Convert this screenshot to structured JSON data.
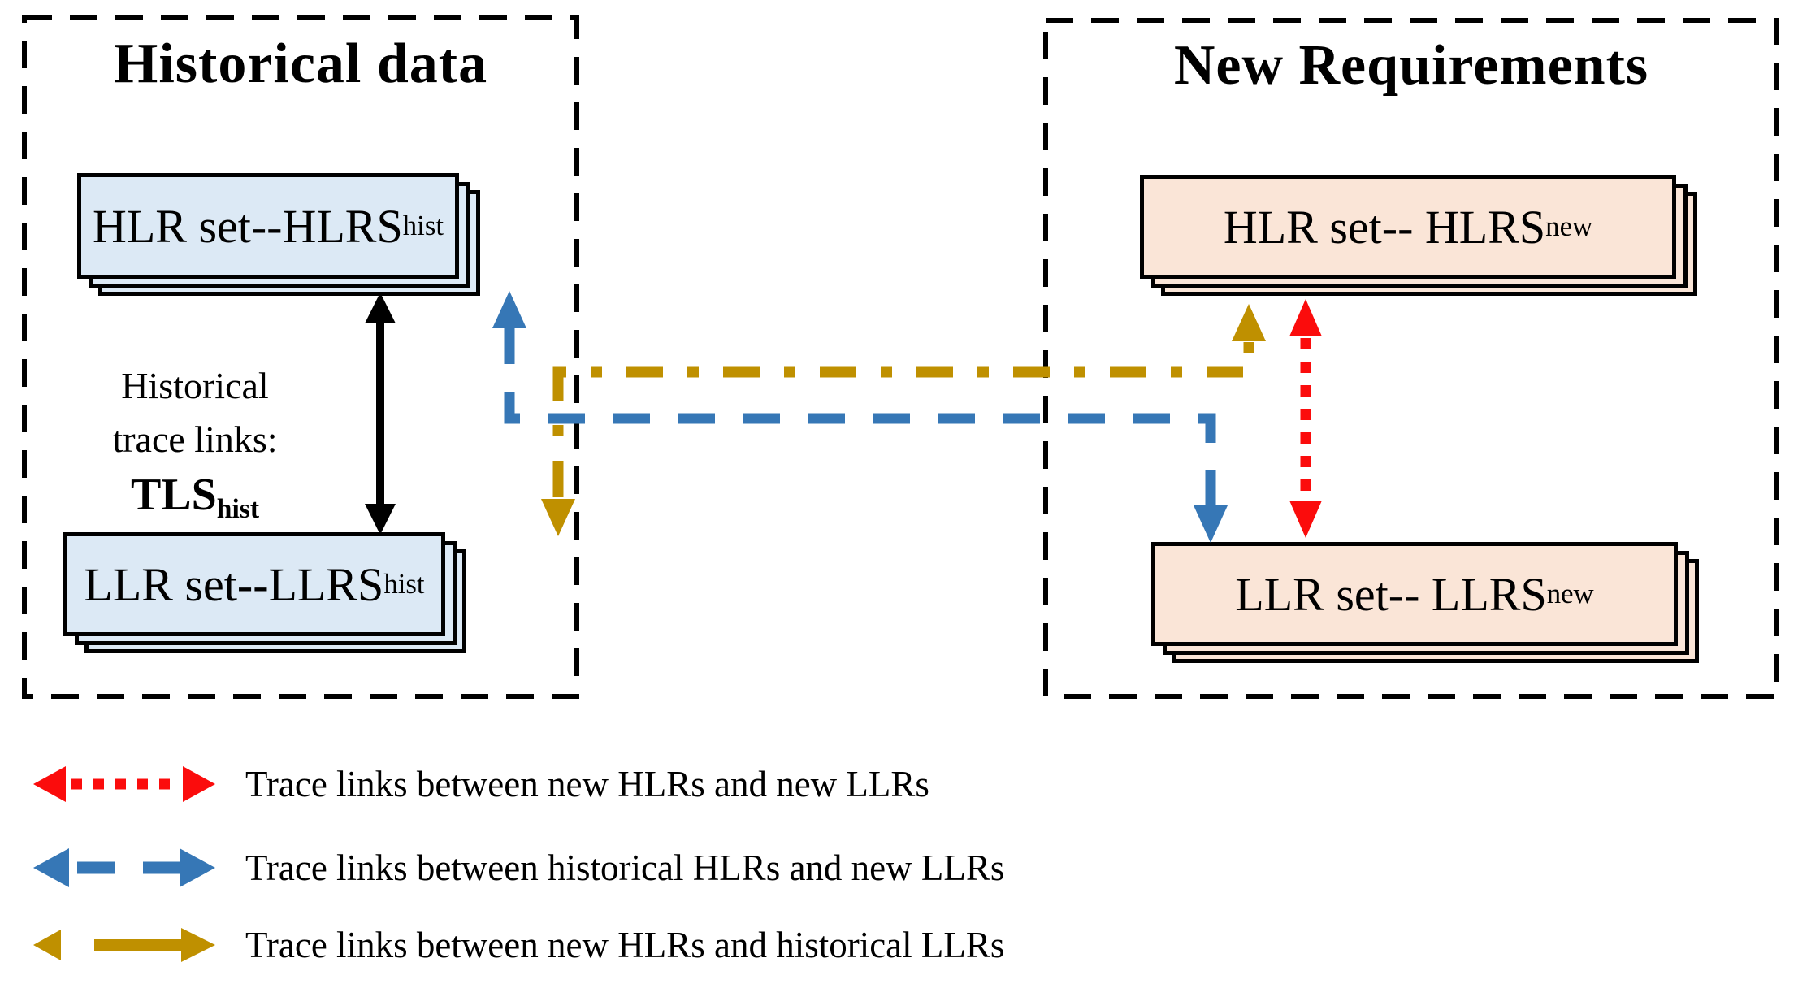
{
  "colors": {
    "outline": "#000000",
    "historical_box_fill": "#DCE9F5",
    "new_box_fill": "#FAE5D7",
    "trace_new_new": "#FB0C0C",
    "trace_hist_new": "#3677B6",
    "trace_new_hist": "#BF9000"
  },
  "groups": {
    "historical": {
      "title": "Historical data"
    },
    "new_requirements": {
      "title": "New Requirements"
    }
  },
  "boxes": {
    "hlrs_hist": {
      "label": "HLR set--HLRS",
      "subscript": "hist"
    },
    "llrs_hist": {
      "label": "LLR set--LLRS",
      "subscript": "hist"
    },
    "hlrs_new": {
      "label": "HLR set-- HLRS",
      "subscript": "new"
    },
    "llrs_new": {
      "label": "LLR set-- LLRS",
      "subscript": "new"
    }
  },
  "annotation": {
    "line1": "Historical",
    "line2": "trace links:",
    "tls_label": "TLS",
    "tls_subscript": "hist"
  },
  "legend": {
    "items": [
      {
        "label": "Trace links between new HLRs and new LLRs"
      },
      {
        "label": "Trace links between historical HLRs and new LLRs"
      },
      {
        "label": "Trace links between new HLRs and historical LLRs"
      }
    ]
  }
}
